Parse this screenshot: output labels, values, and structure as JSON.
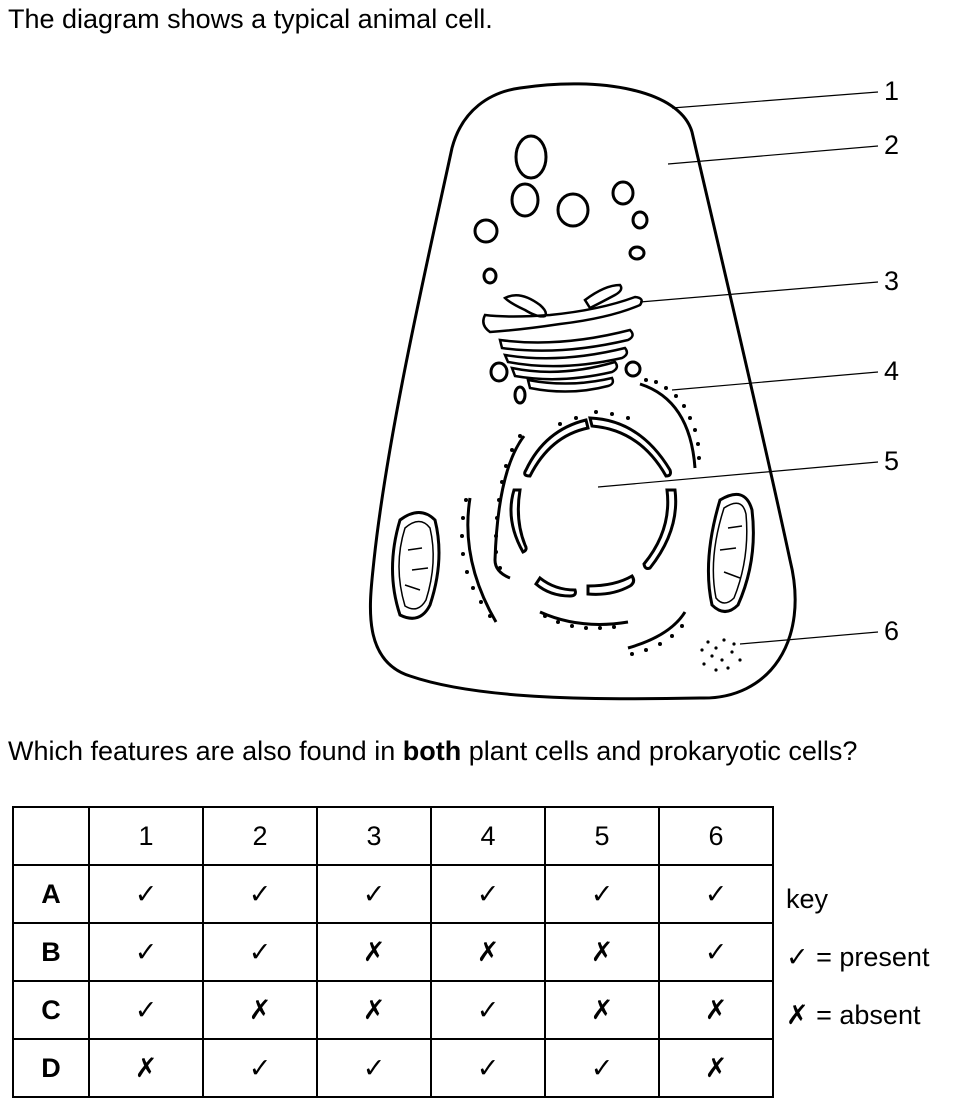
{
  "intro": "The diagram shows a typical animal cell.",
  "labels": [
    "1",
    "2",
    "3",
    "4",
    "5",
    "6"
  ],
  "question": {
    "before": "Which features are also found in ",
    "bold": "both",
    "after": " plant cells and prokaryotic cells?"
  },
  "table": {
    "columns": [
      "1",
      "2",
      "3",
      "4",
      "5",
      "6"
    ],
    "rows": [
      {
        "option": "A",
        "cells": [
          "✓",
          "✓",
          "✓",
          "✓",
          "✓",
          "✓"
        ]
      },
      {
        "option": "B",
        "cells": [
          "✓",
          "✓",
          "✗",
          "✗",
          "✗",
          "✓"
        ]
      },
      {
        "option": "C",
        "cells": [
          "✓",
          "✗",
          "✗",
          "✓",
          "✗",
          "✗"
        ]
      },
      {
        "option": "D",
        "cells": [
          "✗",
          "✓",
          "✓",
          "✓",
          "✓",
          "✗"
        ]
      }
    ]
  },
  "key": {
    "title": "key",
    "present": "✓ = present",
    "absent": "✗ = absent"
  }
}
